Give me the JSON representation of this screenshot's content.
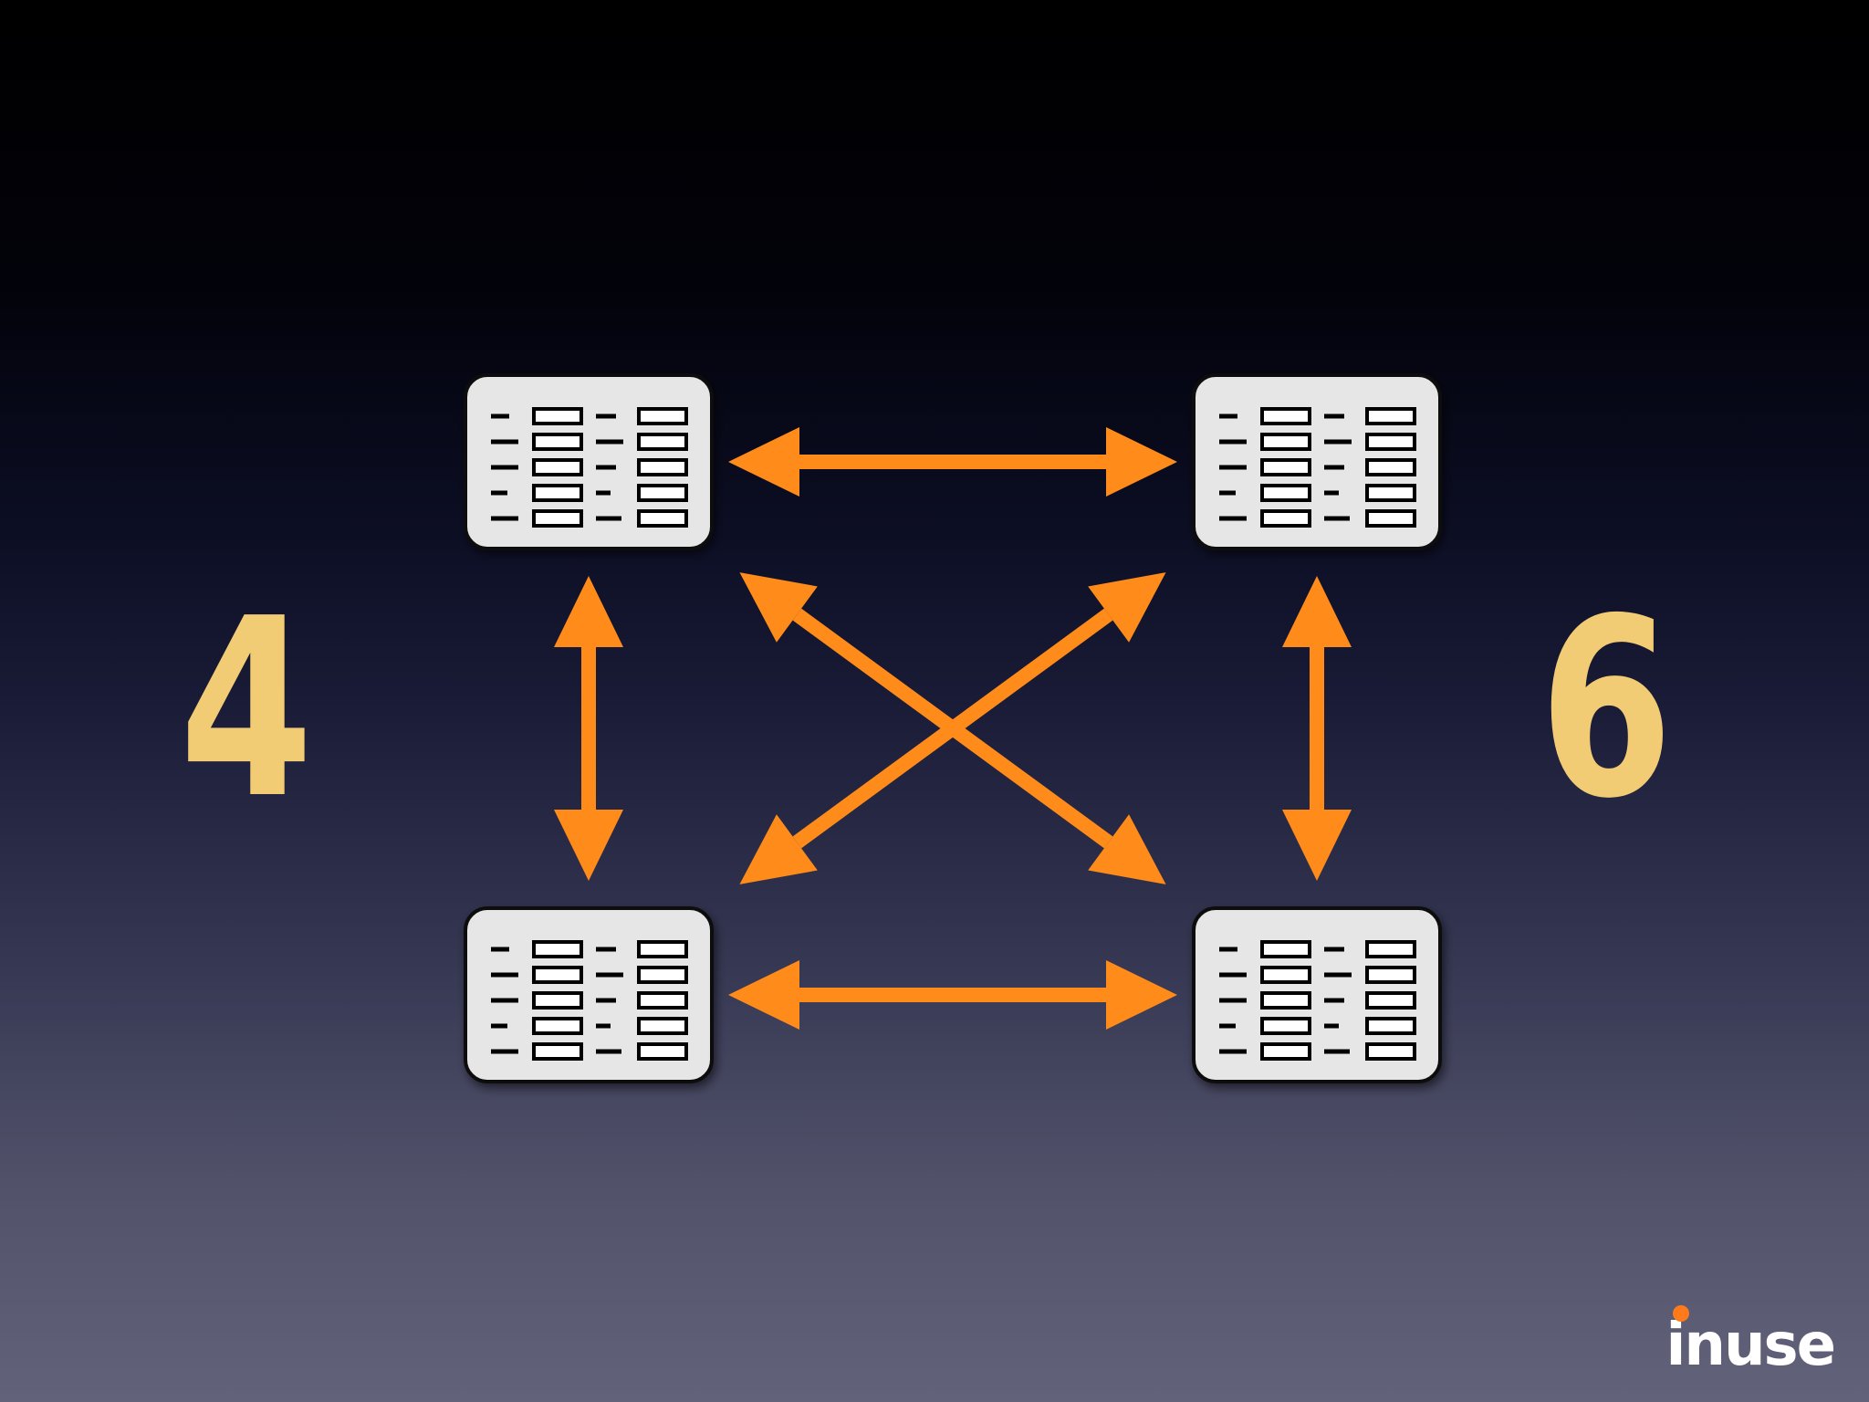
{
  "slide": {
    "left_count": "4",
    "right_count": "6",
    "number_color": "#f2cc74",
    "arrow_color": "#ff8c1a",
    "node_fill": "#e6e6e6",
    "node_stroke": "#111111"
  },
  "logo": {
    "text": "inuse",
    "text_color": "#ffffff",
    "dot_color": "#ff7a1a"
  },
  "diagram": {
    "nodes": [
      {
        "id": "top-left",
        "icon": "data-table-icon"
      },
      {
        "id": "top-right",
        "icon": "data-table-icon"
      },
      {
        "id": "bottom-left",
        "icon": "data-table-icon"
      },
      {
        "id": "bottom-right",
        "icon": "data-table-icon"
      }
    ],
    "connections": [
      {
        "from": "top-left",
        "to": "top-right",
        "direction": "both"
      },
      {
        "from": "bottom-left",
        "to": "bottom-right",
        "direction": "both"
      },
      {
        "from": "top-left",
        "to": "bottom-left",
        "direction": "both"
      },
      {
        "from": "top-right",
        "to": "bottom-right",
        "direction": "both"
      },
      {
        "from": "top-left",
        "to": "bottom-right",
        "direction": "both"
      },
      {
        "from": "top-right",
        "to": "bottom-left",
        "direction": "both"
      }
    ]
  }
}
